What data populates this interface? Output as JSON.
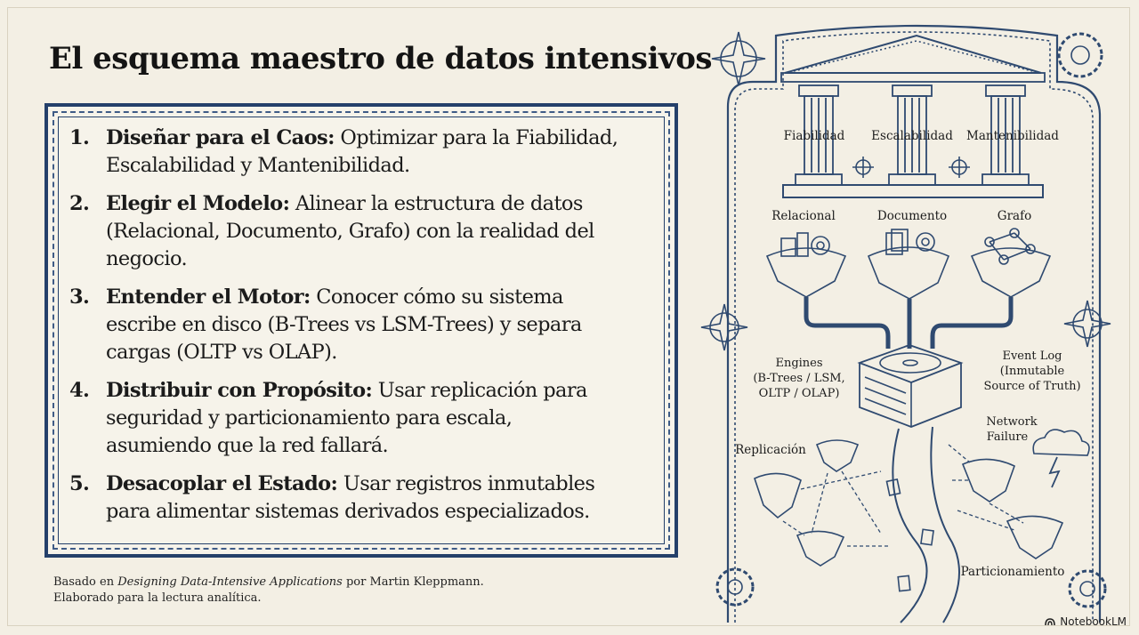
{
  "title": "El esquema maestro de datos intensivos",
  "steps": [
    {
      "number": "1.",
      "term": "Diseñar para el Caos:",
      "lines": [
        "Optimizar para la Fiabilidad,",
        "Escalabilidad y Mantenibilidad."
      ]
    },
    {
      "number": "2.",
      "term": "Elegir el Modelo:",
      "lines": [
        "Alinear la estructura de datos",
        "(Relacional, Documento, Grafo) con la realidad del",
        "negocio."
      ]
    },
    {
      "number": "3.",
      "term": "Entender el Motor:",
      "lines": [
        "Conocer cómo su sistema",
        "escribe en disco (B-Trees vs LSM-Trees) y separa",
        "cargas (OLTP vs OLAP)."
      ]
    },
    {
      "number": "4.",
      "term": "Distribuir con Propósito:",
      "lines": [
        "Usar replicación para",
        "seguridad y particionamiento para escala,",
        "asumiendo que la red fallará."
      ]
    },
    {
      "number": "5.",
      "term": "Desacoplar el Estado:",
      "lines": [
        "Usar registros inmutables",
        "para alimentar sistemas derivados especializados."
      ]
    }
  ],
  "footer": {
    "prefix": "Basado en",
    "book": "Designing Data-Intensive Applications",
    "suffix": "por Martin Kleppmann.",
    "line2": "Elaborado para la lectura analítica."
  },
  "brand": "NotebookLM",
  "illustration": {
    "pillars": [
      "Fiabilidad",
      "Escalabilidad",
      "Mantenibilidad"
    ],
    "models": [
      "Relacional",
      "Documento",
      "Grafo"
    ],
    "engines": [
      "Engines",
      "(B-Trees / LSM,",
      "OLTP / OLAP)"
    ],
    "event_log": [
      "Event Log",
      "(Inmutable",
      "Source of Truth)"
    ],
    "network_failure": [
      "Network",
      "Failure"
    ],
    "replication": "Replicación",
    "partitioning": "Particionamiento"
  },
  "colors": {
    "frame": "#24406a",
    "background": "#f3efe4",
    "ink": "#1b1b1b"
  }
}
